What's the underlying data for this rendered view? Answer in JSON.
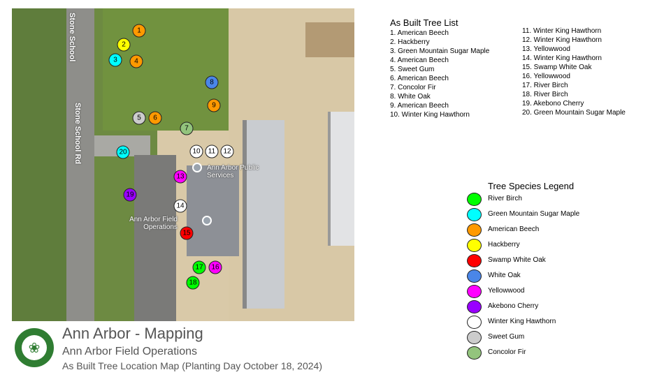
{
  "map": {
    "road_labels": [
      "Stone School",
      "Stone School Rd"
    ],
    "place_labels": [
      "Ann Arbor Public Services",
      "Ann Arbor Field Operations"
    ],
    "markers": [
      {
        "number": "1",
        "color": "#ff9900"
      },
      {
        "number": "2",
        "color": "#ffff00"
      },
      {
        "number": "3",
        "color": "#00ffff"
      },
      {
        "number": "4",
        "color": "#ff9900"
      },
      {
        "number": "5",
        "color": "#cccccc"
      },
      {
        "number": "6",
        "color": "#ff9900"
      },
      {
        "number": "7",
        "color": "#93c47d"
      },
      {
        "number": "8",
        "color": "#4a86e8"
      },
      {
        "number": "9",
        "color": "#ff9900"
      },
      {
        "number": "10",
        "color": "#ffffff"
      },
      {
        "number": "11",
        "color": "#ffffff"
      },
      {
        "number": "12",
        "color": "#ffffff"
      },
      {
        "number": "13",
        "color": "#ff00ff"
      },
      {
        "number": "14",
        "color": "#ffffff"
      },
      {
        "number": "15",
        "color": "#ff0000"
      },
      {
        "number": "16",
        "color": "#ff00ff"
      },
      {
        "number": "17",
        "color": "#00ff00"
      },
      {
        "number": "18",
        "color": "#00ff00"
      },
      {
        "number": "19",
        "color": "#9900ff"
      },
      {
        "number": "20",
        "color": "#00ffff"
      }
    ]
  },
  "tree_list": {
    "title": "As Built Tree List",
    "items": [
      "1. American Beech",
      "2. Hackberry",
      "3. Green Mountain Sugar Maple",
      "4. American Beech",
      "5. Sweet Gum",
      "6. American Beech",
      "7. Concolor Fir",
      "8. White Oak",
      "9. American Beech",
      "10. Winter King Hawthorn",
      "11. Winter King Hawthorn",
      "12. Winter King Hawthorn",
      "13. Yellowwood",
      "14. Winter King Hawthorn",
      "15. Swamp White Oak",
      "16. Yellowwood",
      "17. River Birch",
      "18. River Birch",
      "19. Akebono Cherry",
      "20. Green Mountain Sugar Maple"
    ]
  },
  "legend": {
    "title": "Tree Species Legend",
    "items": [
      {
        "label": "River Birch",
        "color": "#00ff00"
      },
      {
        "label": "Green Mountain Sugar Maple",
        "color": "#00ffff"
      },
      {
        "label": "American Beech",
        "color": "#ff9900"
      },
      {
        "label": "Hackberry",
        "color": "#ffff00"
      },
      {
        "label": "Swamp White Oak",
        "color": "#ff0000"
      },
      {
        "label": "White Oak",
        "color": "#4a86e8"
      },
      {
        "label": "Yellowwood",
        "color": "#ff00ff"
      },
      {
        "label": "Akebono Cherry",
        "color": "#9900ff"
      },
      {
        "label": "Winter King Hawthorn",
        "color": "#ffffff"
      },
      {
        "label": "Sweet Gum",
        "color": "#cccccc"
      },
      {
        "label": "Concolor Fir",
        "color": "#93c47d"
      }
    ]
  },
  "footer": {
    "title": "Ann Arbor - Mapping",
    "subtitle": "Ann Arbor Field Operations",
    "caption": "As Built Tree Location Map (Planting Day October 18, 2024)"
  }
}
